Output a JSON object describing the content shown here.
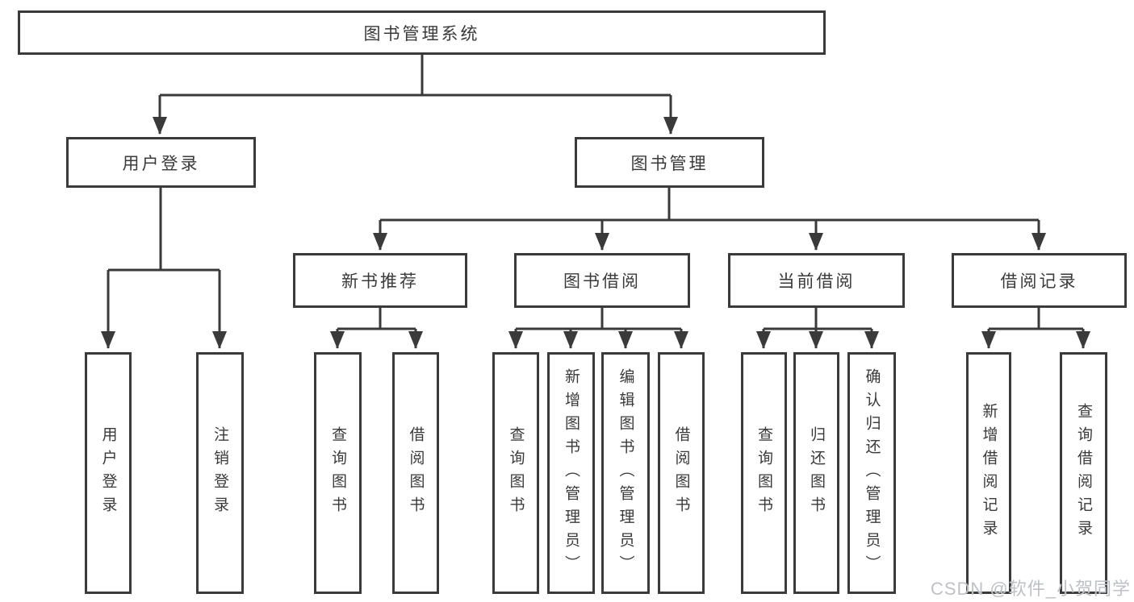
{
  "tree": {
    "label": "图书管理系统",
    "children": [
      {
        "label": "用户登录",
        "children": [
          {
            "label": "用户登录"
          },
          {
            "label": "注销登录"
          }
        ]
      },
      {
        "label": "图书管理",
        "children": [
          {
            "label": "新书推荐",
            "children": [
              {
                "label": "查询图书"
              },
              {
                "label": "借阅图书"
              }
            ]
          },
          {
            "label": "图书借阅",
            "children": [
              {
                "label": "查询图书"
              },
              {
                "label": "新增图书（管理员）"
              },
              {
                "label": "编辑图书（管理员）"
              },
              {
                "label": "借阅图书"
              }
            ]
          },
          {
            "label": "当前借阅",
            "children": [
              {
                "label": "查询图书"
              },
              {
                "label": "归还图书"
              },
              {
                "label": "确认归还（管理员）"
              }
            ]
          },
          {
            "label": "借阅记录",
            "children": [
              {
                "label": "新增借阅记录"
              },
              {
                "label": "查询借阅记录"
              }
            ]
          }
        ]
      }
    ]
  },
  "watermark": "CSDN @软件_小贺同学",
  "colors": {
    "line": "#3a3a3a",
    "box_border": "#3a3a3a",
    "text": "#3a3a3a",
    "watermark": "#babdc4",
    "background": "#ffffff"
  }
}
